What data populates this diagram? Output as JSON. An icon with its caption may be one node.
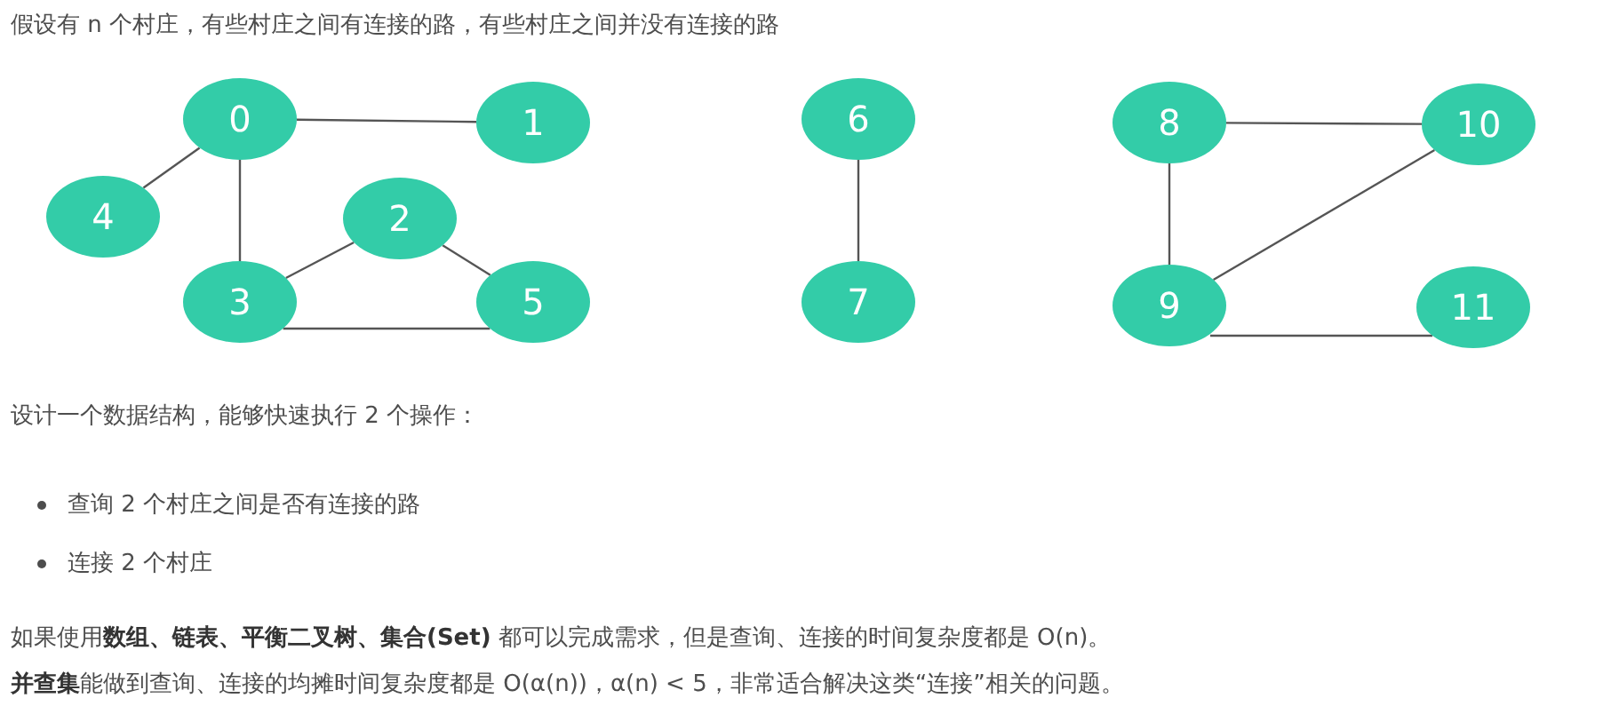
{
  "diagram": {
    "title": "假设有 n 个村庄，有些村庄之间有连接的路，有些村庄之间并没有连接的路",
    "nodes": [
      {
        "text": [
          "0"
        ]
      },
      {
        "text": [
          "1"
        ]
      },
      {
        "text": [
          "2"
        ]
      },
      {
        "text": [
          "3"
        ]
      },
      {
        "text": [
          "4"
        ]
      },
      {
        "text": [
          "5"
        ]
      },
      {
        "text": [
          "6"
        ]
      },
      {
        "text": [
          "7"
        ]
      },
      {
        "text": [
          "8"
        ]
      },
      {
        "text": [
          "9"
        ]
      },
      {
        "text": [
          "10"
        ]
      },
      {
        "text": [
          "11"
        ]
      }
    ],
    "edges": [
      {
        "from": 0,
        "to": 1,
        "arrow": "none"
      },
      {
        "from": 0,
        "to": 4,
        "arrow": "none"
      },
      {
        "from": 0,
        "to": 3,
        "arrow": "none"
      },
      {
        "from": 3,
        "to": 2,
        "arrow": "none"
      },
      {
        "from": 2,
        "to": 5,
        "arrow": "none"
      },
      {
        "from": 3,
        "to": 5,
        "arrow": "none"
      },
      {
        "from": 6,
        "to": 7,
        "arrow": "none"
      },
      {
        "from": 8,
        "to": 10,
        "arrow": "none"
      },
      {
        "from": 8,
        "to": 9,
        "arrow": "none"
      },
      {
        "from": 9,
        "to": 10,
        "arrow": "none"
      },
      {
        "from": 9,
        "to": 11,
        "arrow": "none"
      }
    ],
    "labels": [
      "设计一个数据结构，能够快速执行 2 个操作：",
      "查询 2 个村庄之间是否有连接的路",
      "连接 2 个村庄",
      "如果使用**数组、链表、平衡二叉树、集合(Set)** 都可以完成需求，但是查询、连接的时间复杂度都是 O(n)。",
      "**并查集**能做到查询、连接的均摊时间复杂度都是 O(α(n))，α(n) < 5，非常适合解决这类“连接”相关的问题。"
    ]
  }
}
